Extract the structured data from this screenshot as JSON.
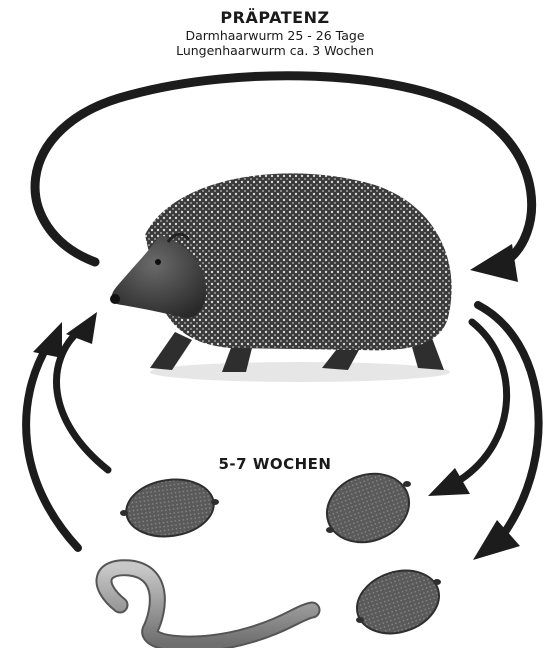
{
  "header": {
    "title": "PRÄPATENZ",
    "line1": "Darmhaarwurm 25 - 26 Tage",
    "line2": "Lungenhaarwurm ca. 3 Wochen"
  },
  "cycle_label": "5-7 WOCHEN",
  "colors": {
    "arrow": "#1c1c1c",
    "hedgehog": "#4a4a4a",
    "egg": "#6e6e6e",
    "worm": "#9a9a9a"
  }
}
